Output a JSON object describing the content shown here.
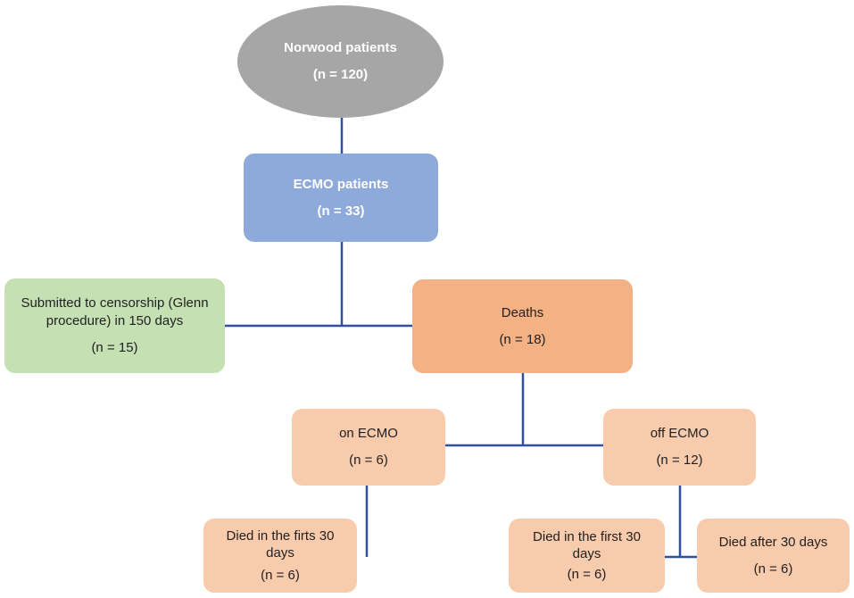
{
  "colors": {
    "connector": "#2f4f9f",
    "grey": "#a6a6a6",
    "blue": "#8eaadb",
    "green": "#c5e0b3",
    "orange": "#f4b183",
    "peach": "#f8cbad"
  },
  "nodes": {
    "norwood": {
      "title": "Norwood patients",
      "count": "(n = 120)"
    },
    "ecmo": {
      "title": "ECMO patients",
      "count": "(n = 33)"
    },
    "censorship": {
      "title": "Submitted to censorship (Glenn procedure) in 150 days",
      "count": "(n = 15)"
    },
    "deaths": {
      "title": "Deaths",
      "count": "(n = 18)"
    },
    "on_ecmo": {
      "title": "on ECMO",
      "count": "(n = 6)"
    },
    "off_ecmo": {
      "title": "off ECMO",
      "count": "(n = 12)"
    },
    "died_first30_on": {
      "title": "Died in the firts 30 days",
      "count": "(n = 6)"
    },
    "died_first30_off": {
      "title": "Died in the first 30 days",
      "count": "(n = 6)"
    },
    "died_after30": {
      "title": "Died after 30 days",
      "count": "(n = 6)"
    }
  }
}
